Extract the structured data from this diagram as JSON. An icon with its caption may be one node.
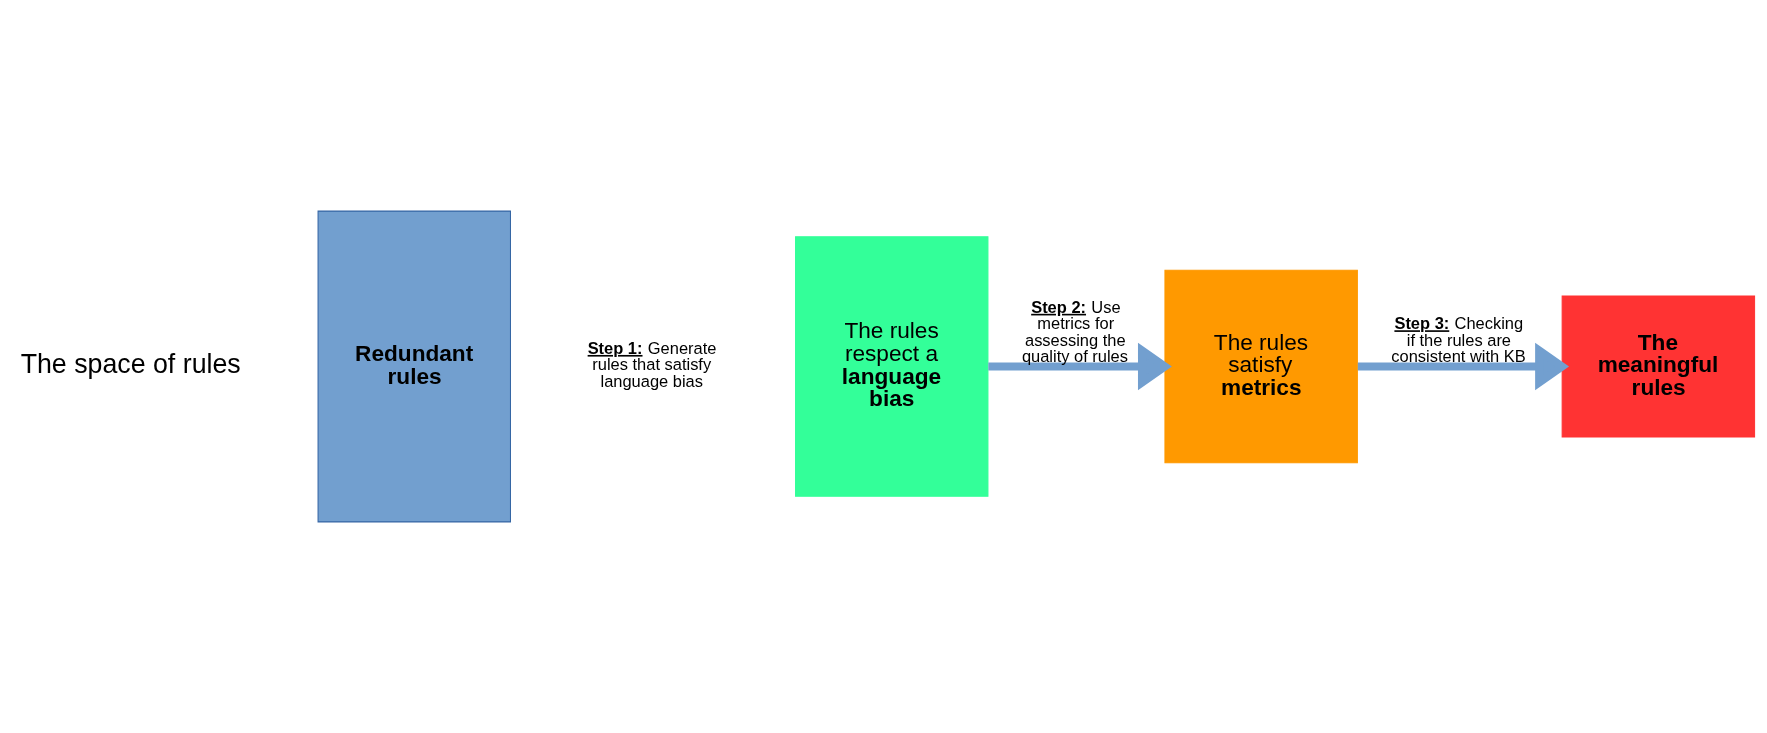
{
  "diagram": {
    "nodes": [
      {
        "text": [
          "Redundant rules"
        ]
      },
      {
        "text": [
          "The rules respect a **language bias**"
        ]
      },
      {
        "text": [
          "The rules satisfy **metrics**"
        ]
      },
      {
        "text": [
          "The meaningful rules"
        ]
      }
    ],
    "edges": [
      {
        "from": 1,
        "to": 2,
        "arrow": "to",
        "label": "**Step 2:** Use metrics for assessing the quality of rules"
      },
      {
        "from": 2,
        "to": 3,
        "arrow": "to",
        "label": "**Step 3:** Checking if the rules are consistent with KB"
      }
    ],
    "labels": [
      "The space of rules",
      "**Step 1:** Generate rules that satisfy language bias"
    ]
  }
}
